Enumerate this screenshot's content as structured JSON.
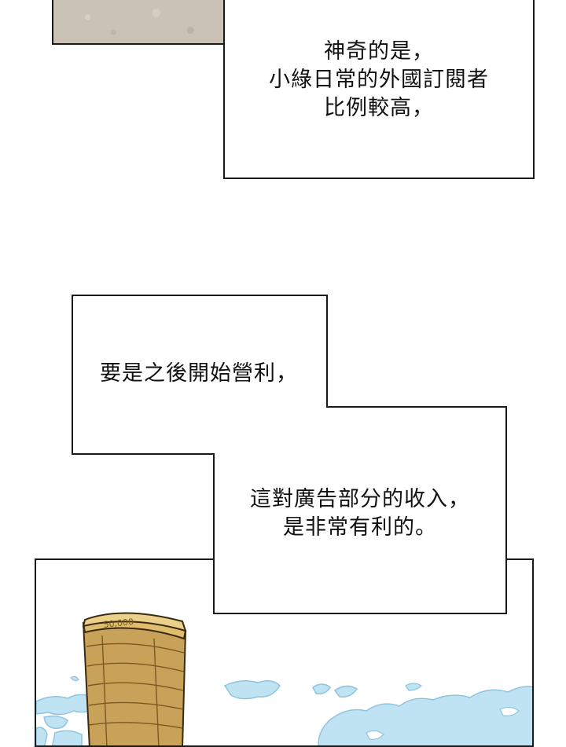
{
  "captions": {
    "caption_1": [
      "神奇的是，",
      "小綠日常的外國訂閱者",
      "比例較高，"
    ],
    "caption_2": "要是之後開始營利，",
    "caption_3": [
      "這對廣告部分的收入，",
      "是非常有利的。"
    ]
  },
  "illustration": {
    "money_stack_label": "50,000",
    "colors": {
      "map_blue": "#bfe3f2",
      "map_outline": "#8fc4dc",
      "box_wood": "#c9a25a",
      "box_dark": "#7a5a22"
    }
  }
}
